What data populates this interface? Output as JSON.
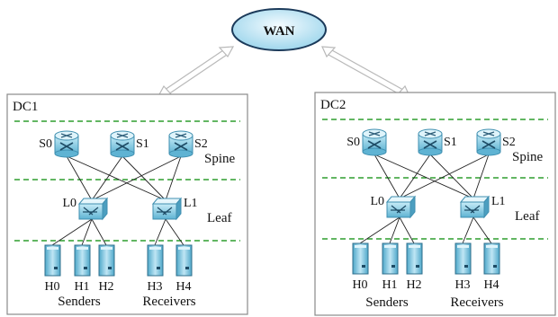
{
  "wan": {
    "label": "WAN"
  },
  "datacenters": [
    {
      "name": "DC1",
      "spine_label": "Spine",
      "leaf_label": "Leaf",
      "spine_switches": [
        "S0",
        "S1",
        "S2"
      ],
      "leaf_switches": [
        "L0",
        "L1"
      ],
      "hosts": [
        "H0",
        "H1",
        "H2",
        "H3",
        "H4"
      ],
      "senders_label": "Senders",
      "receivers_label": "Receivers"
    },
    {
      "name": "DC2",
      "spine_label": "Spine",
      "leaf_label": "Leaf",
      "spine_switches": [
        "S0",
        "S1",
        "S2"
      ],
      "leaf_switches": [
        "L0",
        "L1"
      ],
      "hosts": [
        "H0",
        "H1",
        "H2",
        "H3",
        "H4"
      ],
      "senders_label": "Senders",
      "receivers_label": "Receivers"
    }
  ],
  "colors": {
    "wan_fill": "#cfeaf5",
    "device_fill": "#8fd0e6",
    "device_dark": "#3f8fb0",
    "tier_dash": "#2e9e2e",
    "box_border": "#8a8a8a",
    "link": "#222222"
  }
}
